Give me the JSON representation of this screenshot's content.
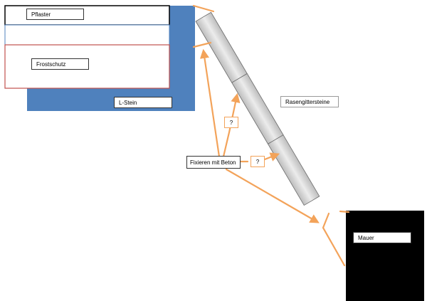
{
  "labels": {
    "pflaster": "Pflaster",
    "frostschutz": "Frostschutz",
    "lstein": "L-Stein",
    "rasengitter": "Rasengittersteine",
    "fixieren": "Fixieren mit Beton",
    "mauer": "Mauer",
    "question1": "?",
    "question2": "?"
  },
  "colors": {
    "lstein_blue": "#4f81bd",
    "pflaster_border": "#000000",
    "middle_layer_border": "#4f81bd",
    "frostschutz_border": "#c0504d",
    "arrow_orange": "#f3a35a",
    "mauer_black": "#000000",
    "stone_gray": "#d4d4d4"
  }
}
